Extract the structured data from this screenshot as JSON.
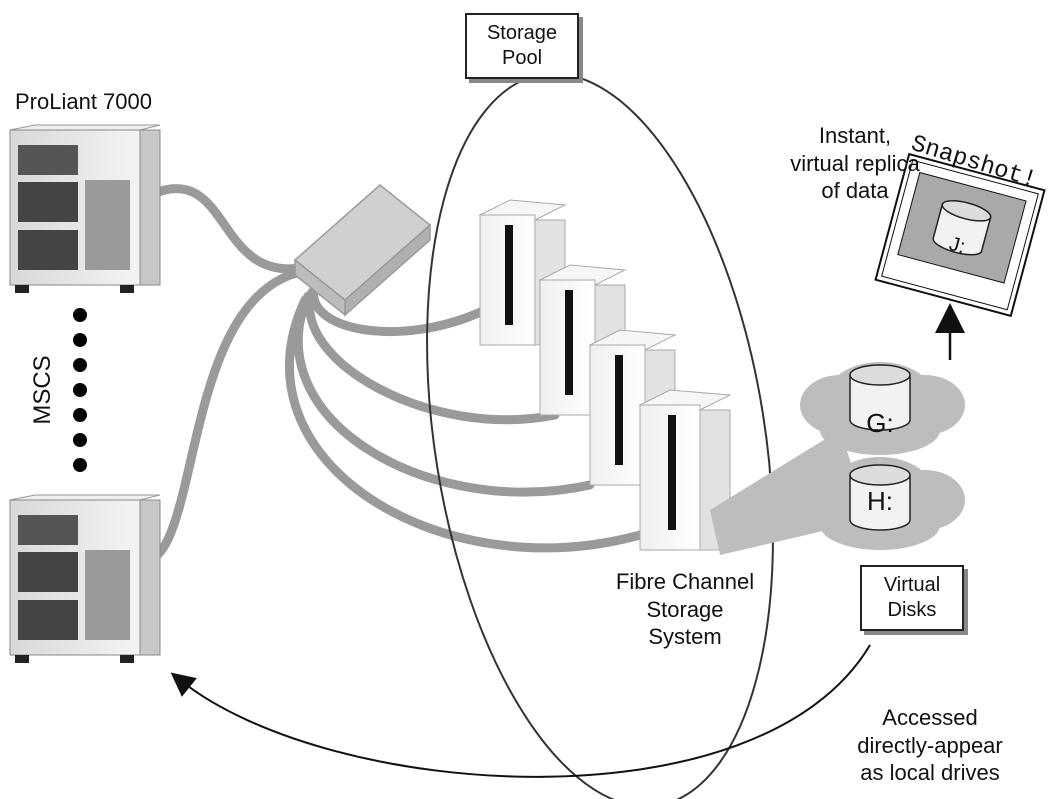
{
  "labels": {
    "server_top": "ProLiant 7000",
    "cluster": "MSCS",
    "storage_pool": "Storage\nPool",
    "storage_system": "Fibre Channel\nStorage\nSystem",
    "snapshot_caption": "Instant,\nvirtual replica\nof data",
    "snapshot_title": "Snapshot!",
    "virtual_disks": "Virtual\nDisks",
    "access_note": "Accessed\ndirectly-appear\nas local drives"
  },
  "drives": {
    "g": "G:",
    "h": "H:",
    "j": "J:"
  }
}
